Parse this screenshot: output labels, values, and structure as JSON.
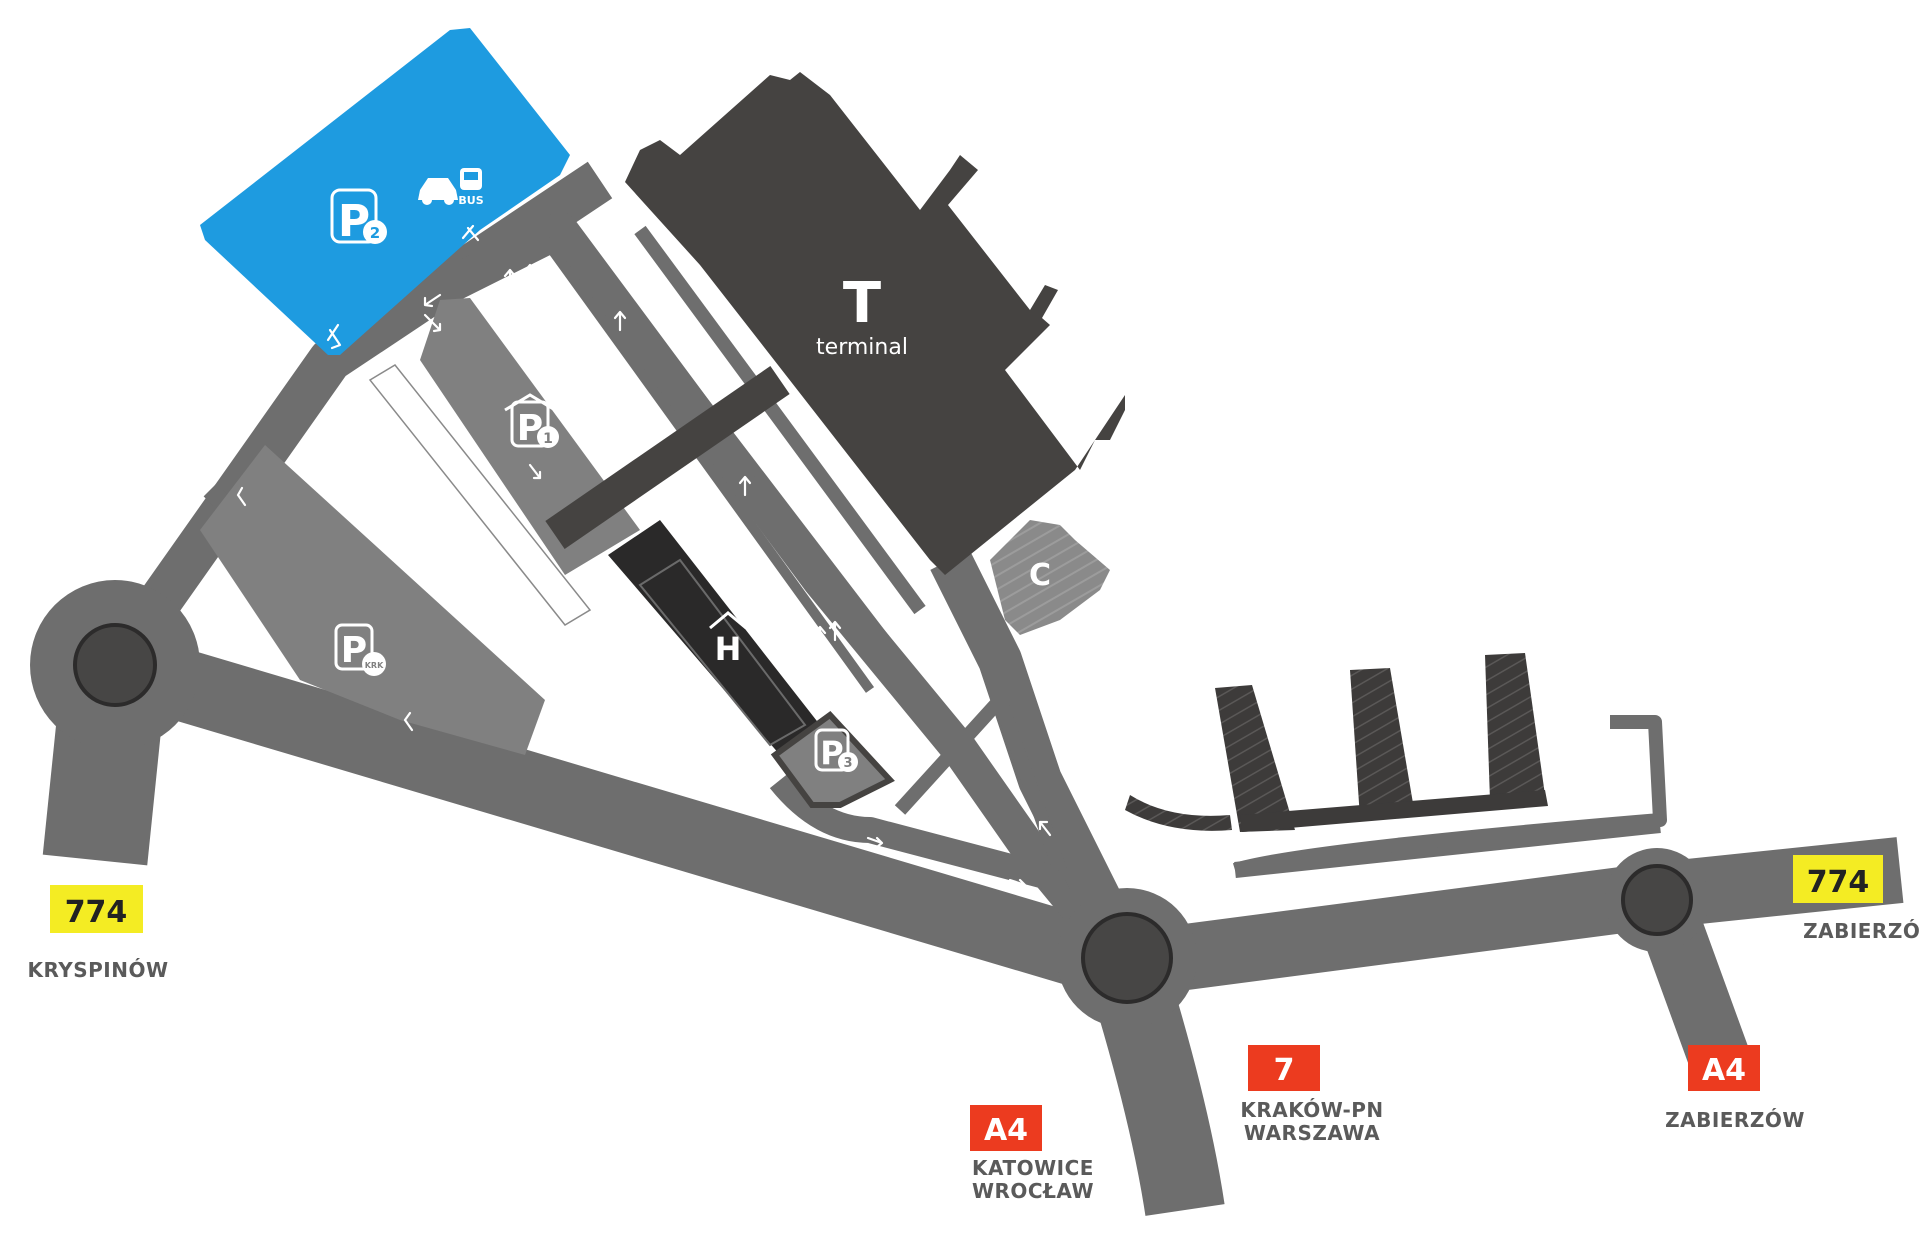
{
  "colors": {
    "road": "#6e6e6e",
    "terminal": "#454341",
    "parking_blue": "#1e9be0",
    "parking_grey": "#808080",
    "hotel": "#2a2929",
    "roundabout": "#474645",
    "yellow_badge": "#f4ec23",
    "red_badge": "#ec3b1f"
  },
  "terminal": {
    "letter": "T",
    "label": "terminal"
  },
  "building_c": {
    "label": "C"
  },
  "hotel": {
    "icon": "hotel-icon",
    "letter": "H"
  },
  "parking": {
    "p1": {
      "letter": "P",
      "sub": "1"
    },
    "p2": {
      "letter": "P",
      "sub": "2",
      "bus_label": "BUS"
    },
    "p3": {
      "letter": "P",
      "sub": "3"
    },
    "pkrk": {
      "letter": "P",
      "sub": "KRK"
    }
  },
  "roads": {
    "west": {
      "number": "774",
      "destination": "KRYSPINÓW"
    },
    "east": {
      "number": "774",
      "destination": "ZABIERZÓW"
    },
    "south_a4": {
      "number": "A4",
      "destination_line1": "KATOWICE",
      "destination_line2": "WROCŁAW"
    },
    "south_7": {
      "number": "7",
      "destination_line1": "KRAKÓW-PN",
      "destination_line2": "WARSZAWA"
    },
    "southeast_a4": {
      "number": "A4",
      "destination": "ZABIERZÓW"
    }
  }
}
